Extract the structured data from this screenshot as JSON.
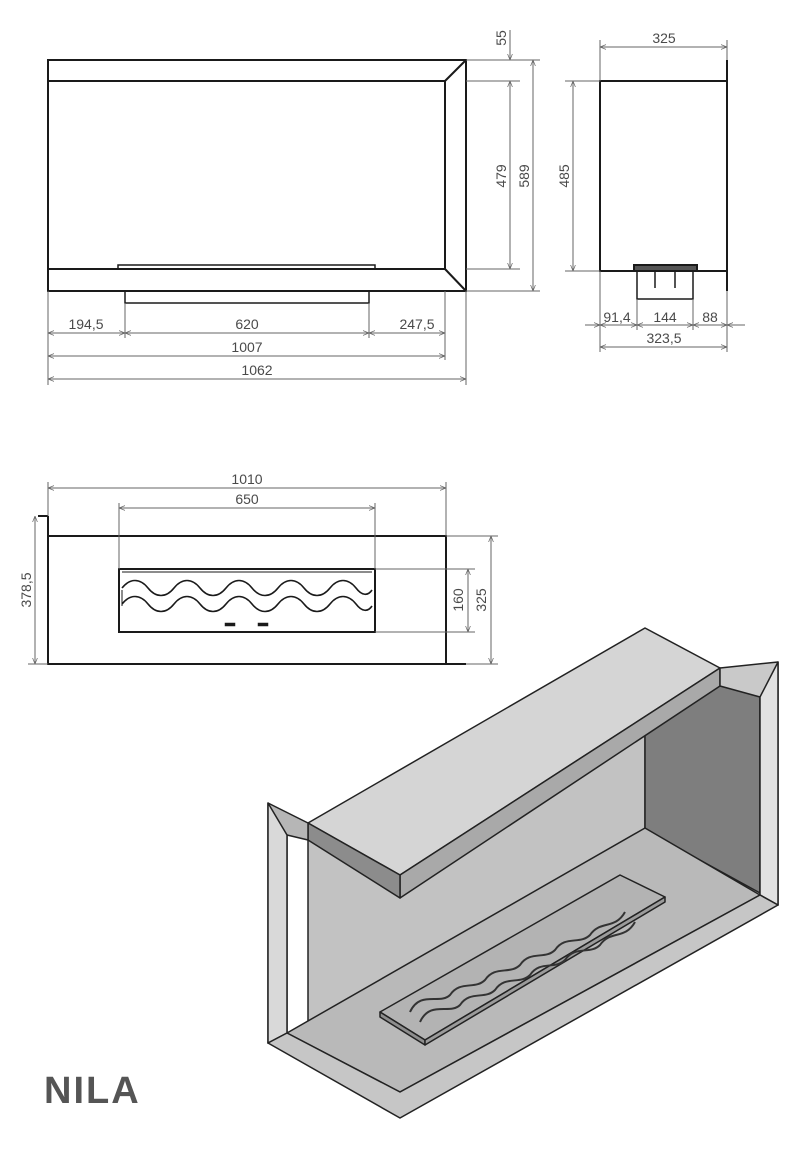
{
  "brand": "NILA",
  "colors": {
    "line": "#1a1a1a",
    "dim_line": "#666666",
    "text": "#4a4a4a",
    "iso_light": "#cfcfcf",
    "iso_mid": "#b0b0b0",
    "iso_dark": "#808080",
    "brand": "#555555"
  },
  "front_view": {
    "dims": {
      "top_rim": "55",
      "inner_height": "479",
      "total_height": "589",
      "left_offset": "194,5",
      "burner_width": "620",
      "right_offset": "247,5",
      "inner_width": "1007",
      "total_width": "1062"
    }
  },
  "side_view": {
    "dims": {
      "depth": "325",
      "height": "485",
      "left": "91,4",
      "burner": "144",
      "right": "88",
      "bottom_depth": "323,5"
    }
  },
  "top_view": {
    "dims": {
      "total_width": "1010",
      "burner_width": "650",
      "depth_left": "378,5",
      "burner_depth": "160",
      "depth_right": "325"
    }
  }
}
